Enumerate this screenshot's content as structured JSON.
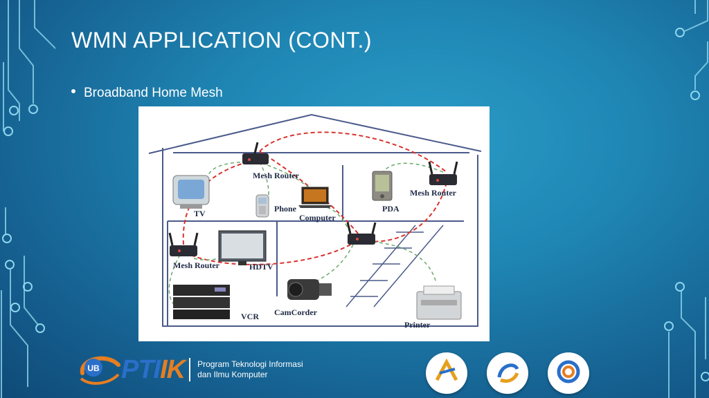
{
  "slide": {
    "title": "WMN APPLICATION (CONT.)",
    "bullet": "Broadband Home Mesh"
  },
  "diagram": {
    "labels": {
      "mesh_router_top": "Mesh Router",
      "mesh_router_right": "Mesh Router",
      "mesh_router_left": "Mesh Router",
      "tv": "TV",
      "phone": "Phone",
      "computer": "Computer",
      "pda": "PDA",
      "hdtv": "HDTV",
      "vcr": "VCR",
      "camcorder": "CamCorder",
      "printer": "Printer"
    }
  },
  "footer": {
    "logo_badge": "UB",
    "logo_text_main": "PTI",
    "logo_text_accent": "IK",
    "tagline_line1": "Program Teknologi Informasi",
    "tagline_line2": "dan Ilmu Komputer"
  },
  "colors": {
    "background": "#1f86b4",
    "wireless_link_red": "#d9322e",
    "wireless_link_green": "#6aa86a",
    "house_outline": "#4a5a8a",
    "logo_blue": "#2a6fc9",
    "logo_orange": "#e67e22"
  },
  "icons": [
    "circuit-decoration-icon",
    "mesh-router-icon",
    "tv-icon",
    "phone-icon",
    "laptop-icon",
    "pda-icon",
    "hdtv-icon",
    "vcr-icon",
    "camcorder-icon",
    "printer-icon",
    "ub-logo-icon",
    "badge-logo-icon"
  ]
}
